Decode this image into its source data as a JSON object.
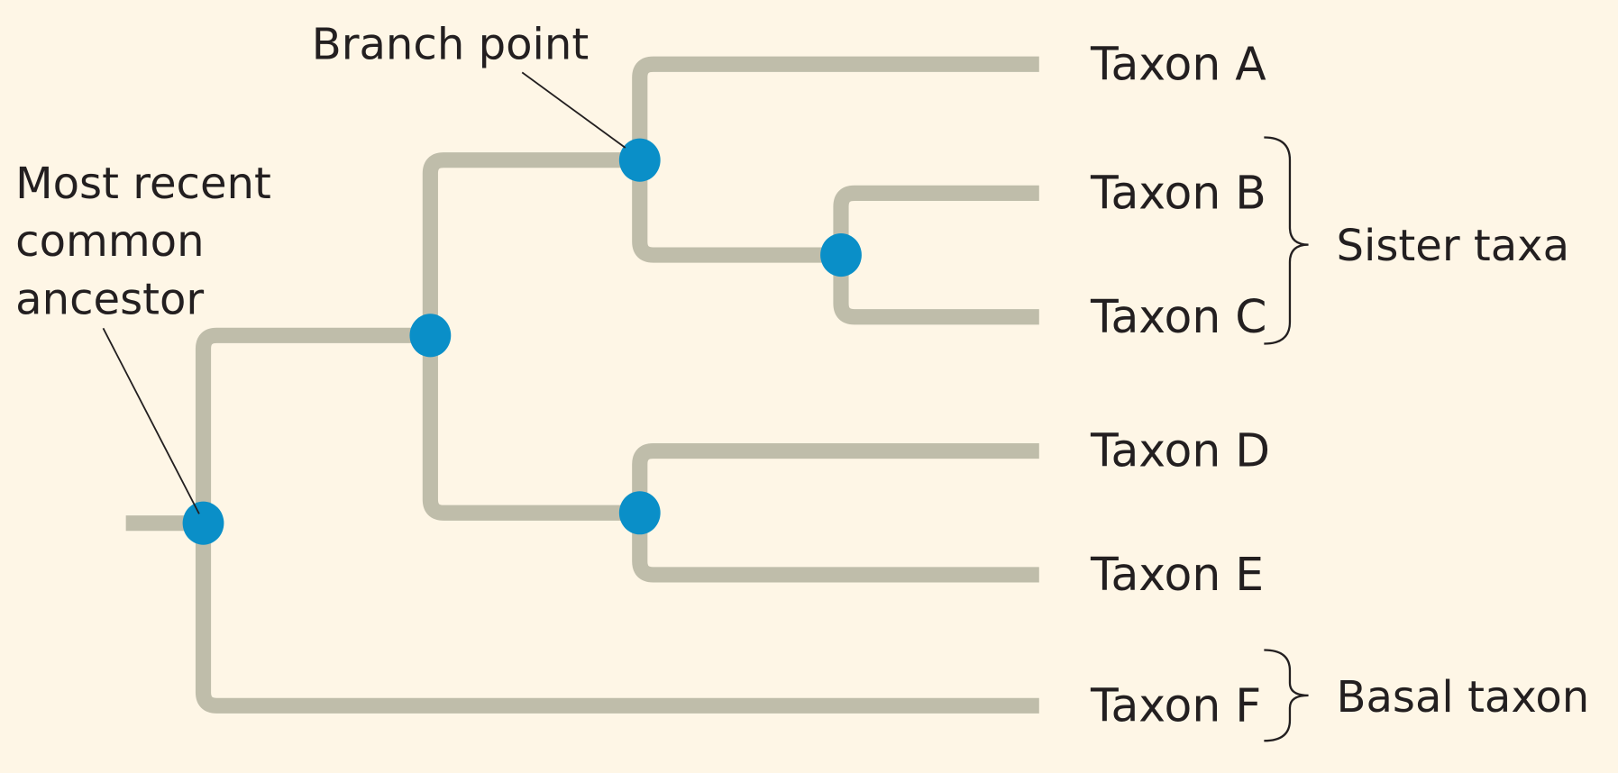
{
  "colors": {
    "background": "#fef6e6",
    "branch": "#bfbdaa",
    "node": "#0a8fc8",
    "text": "#231f20"
  },
  "annotations": {
    "branch_point": "Branch point",
    "mrca": [
      "Most recent",
      "common",
      "ancestor"
    ]
  },
  "taxa": [
    "Taxon A",
    "Taxon B",
    "Taxon C",
    "Taxon D",
    "Taxon E",
    "Taxon F"
  ],
  "groups": {
    "sister_taxa": "Sister taxa",
    "basal_taxon": "Basal taxon"
  }
}
